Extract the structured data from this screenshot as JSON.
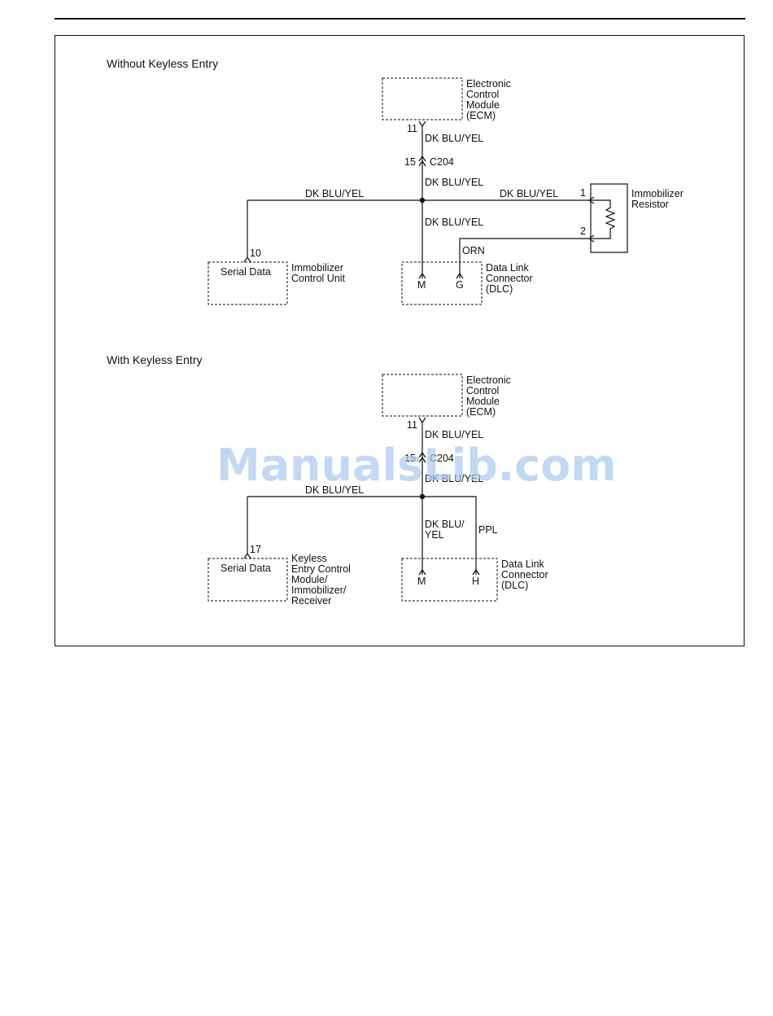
{
  "sections": {
    "without": {
      "heading": "Without Keyless Entry",
      "ecm_label": [
        "Electronic",
        "Control",
        "Module",
        "(ECM)"
      ],
      "ecm_pin": "11",
      "wire_ecm": "DK BLU/YEL",
      "c204_pin": "15",
      "c204_label": "C204",
      "wire_after_c204": "DK BLU/YEL",
      "wire_left": "DK BLU/YEL",
      "wire_right": "DK BLU/YEL",
      "wire_down": "DK BLU/YEL",
      "wire_orn": "ORN",
      "resistor_pin1": "1",
      "resistor_pin2": "2",
      "resistor_label": [
        "Immobilizer",
        "Resistor"
      ],
      "serial_pin": "10",
      "serial_text": "Serial Data",
      "control_label": [
        "Immobilizer",
        "Control Unit"
      ],
      "dlc_pin_m": "M",
      "dlc_pin_g": "G",
      "dlc_label": [
        "Data Link",
        "Connector",
        "(DLC)"
      ]
    },
    "with": {
      "heading": "With Keyless Entry",
      "ecm_label": [
        "Electronic",
        "Control",
        "Module",
        "(ECM)"
      ],
      "ecm_pin": "11",
      "wire_ecm": "DK BLU/YEL",
      "c204_pin": "15",
      "c204_label": "C204",
      "wire_after_c204": "DK BLU/YEL",
      "wire_left": "DK BLU/YEL",
      "wire_down": [
        "DK BLU/",
        "YEL"
      ],
      "wire_ppl": "PPL",
      "serial_pin": "17",
      "serial_text": "Serial Data",
      "keyless_label": [
        "Keyless",
        "Entry Control",
        "Module/",
        "Immobilizer/",
        "Receiver"
      ],
      "dlc_pin_m": "M",
      "dlc_pin_h": "H",
      "dlc_label": [
        "Data Link",
        "Connector",
        "(DLC)"
      ]
    }
  },
  "watermark": "ManualsLib.com"
}
